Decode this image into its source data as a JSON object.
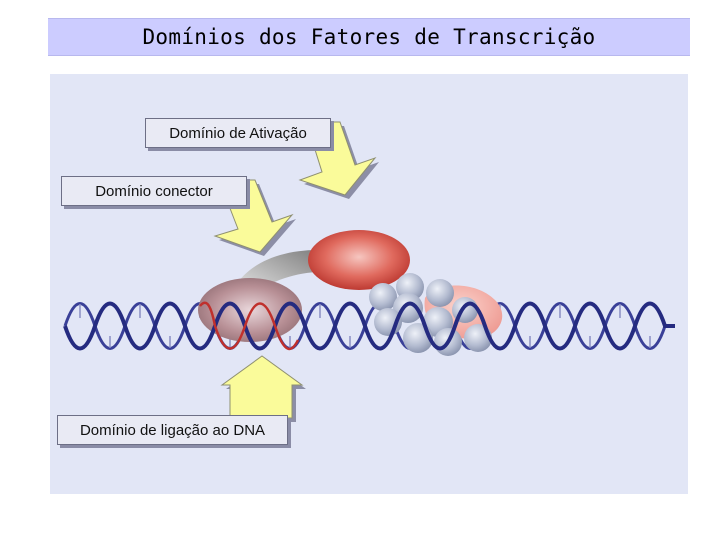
{
  "title": "Domínios dos Fatores de Transcrição",
  "labels": {
    "activation": "Domínio de Ativação",
    "linker": "Domínio conector",
    "dna_binding": "Domínio de ligação ao DNA"
  },
  "colors": {
    "title_bar": "#ccccff",
    "panel": "#e2e6f6",
    "arrow": "#fafb9a",
    "dna_strand": "#2a2f88",
    "activation_domain": "#d9544a",
    "linker_domain": "#9a9a9a",
    "dna_binding_domain": "#a07b82",
    "rna_polymerase": "#aeb6cc",
    "partner_protein": "#f2a6a0"
  }
}
